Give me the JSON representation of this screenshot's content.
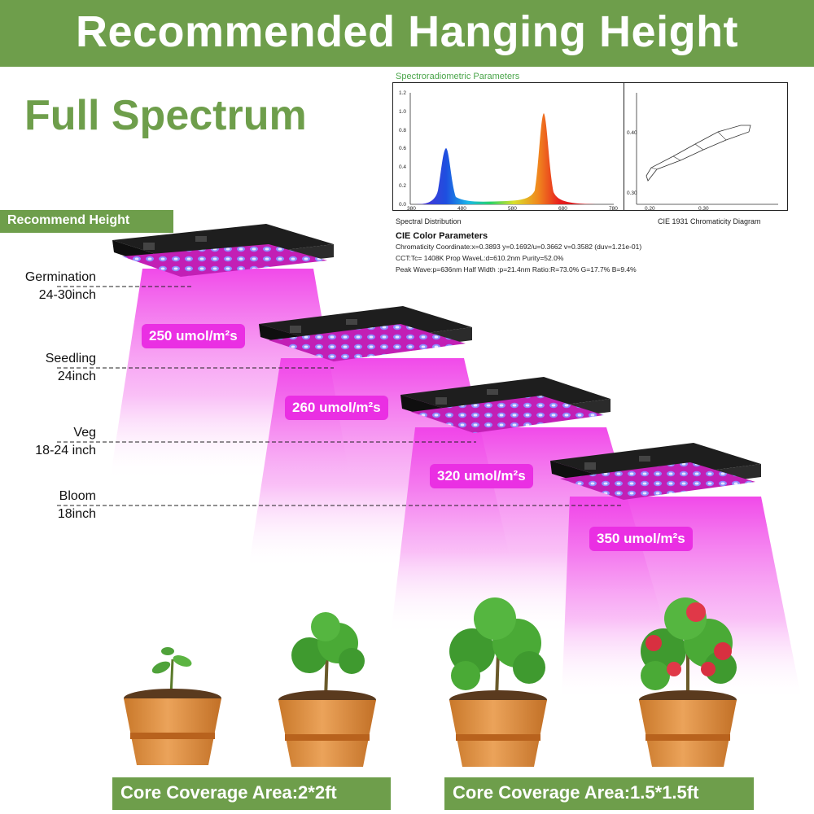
{
  "header": {
    "title": "Recommended Hanging Height"
  },
  "headline": "Full Spectrum",
  "spectrum_panel": {
    "title": "Spectroradiometric Parameters",
    "spectral_label": "Spectral Distribution",
    "cie_label": "CIE 1931 Chromaticity Diagram",
    "y_ticks": [
      "1.2",
      "1.0",
      "0.8",
      "0.6",
      "0.4",
      "0.2",
      "0.0"
    ],
    "x_ticks": [
      "380",
      "480",
      "580",
      "680",
      "780"
    ],
    "cie_y_ticks": [
      "0.40",
      "0.30"
    ],
    "cie_x_ticks": [
      "0.20",
      "0.30"
    ],
    "cie_parameters": {
      "heading": "CIE Color Parameters",
      "lines": [
        "Chromaticity Coordinate:x=0.3893 y=0.1692/u=0.3662 v=0.3582 (duv=1.21e-01)",
        "CCT:Tc= 1408K Prop WaveL:d=610.2nm Purity=52.0%",
        "Peak Wave:p=636nm Half Width :p=21.4nm Ratio:R=73.0% G=17.7% B=9.4%"
      ]
    }
  },
  "recommend_label": "Recommend Height",
  "stages": [
    {
      "name": "Germination",
      "height": "24-30inch",
      "ppfd": "250 umol/m²s"
    },
    {
      "name": "Seedling",
      "height": "24inch",
      "ppfd": "260 umol/m²s"
    },
    {
      "name": "Veg",
      "height": "18-24 inch",
      "ppfd": "320 umol/m²s"
    },
    {
      "name": "Bloom",
      "height": "18inch",
      "ppfd": "350 umol/m²s"
    }
  ],
  "coverage": [
    {
      "label": "Core Coverage Area:2*2ft"
    },
    {
      "label": "Core Coverage Area:1.5*1.5ft"
    }
  ],
  "colors": {
    "brand_green": "#6e9e4b",
    "magenta_light": "#ea2fe3",
    "pot": "#d98c3a"
  }
}
